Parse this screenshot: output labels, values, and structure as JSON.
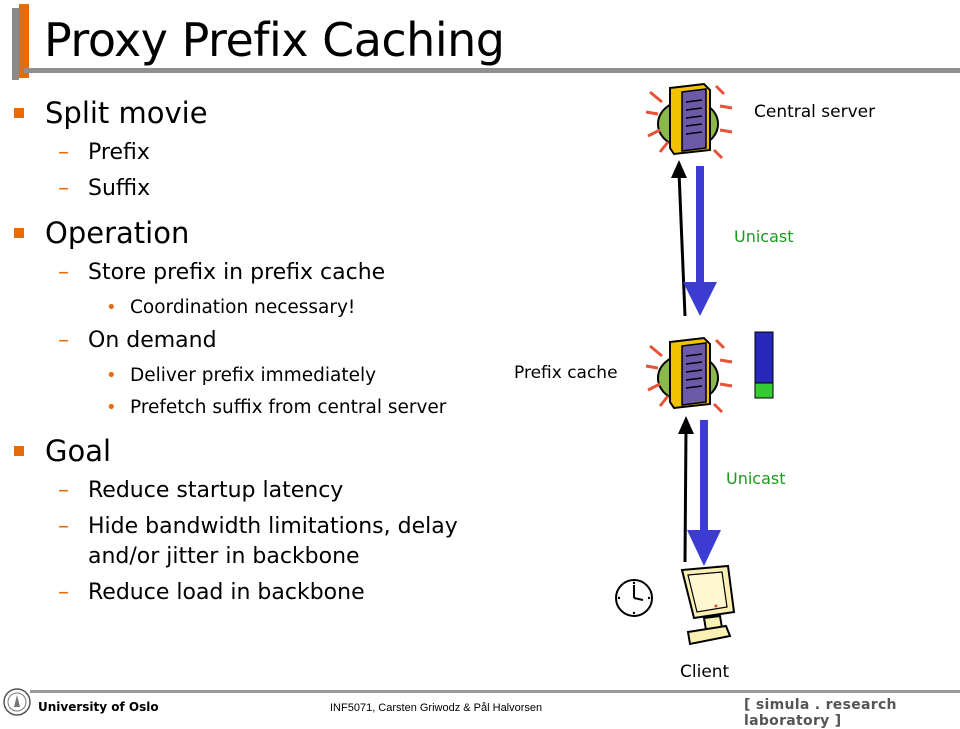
{
  "slide": {
    "title": "Proxy Prefix Caching",
    "bullets": [
      {
        "text": "Split movie",
        "children": [
          {
            "text": "Prefix"
          },
          {
            "text": "Suffix"
          }
        ]
      },
      {
        "text": "Operation",
        "children": [
          {
            "text": "Store prefix in prefix cache",
            "children": [
              {
                "text": "Coordination necessary!"
              }
            ]
          },
          {
            "text": "On demand",
            "children": [
              {
                "text": "Deliver prefix immediately"
              },
              {
                "text": "Prefetch suffix from central server"
              }
            ]
          }
        ]
      },
      {
        "text": "Goal",
        "children": [
          {
            "text": "Reduce startup latency"
          },
          {
            "text": "Hide bandwidth limitations, delay and/or jitter in backbone"
          },
          {
            "text": "Reduce load in backbone"
          }
        ]
      }
    ]
  },
  "diagram": {
    "central_server_label": "Central server",
    "prefix_cache_label": "Prefix cache",
    "client_label": "Client",
    "unicast_label_top": "Unicast",
    "unicast_label_bottom": "Unicast",
    "icons": [
      "server-icon",
      "server-icon",
      "computer-icon",
      "clock-icon"
    ],
    "cache_fill_fraction": 0.22,
    "colors": {
      "accent": "#e46c0a",
      "arrow_blue": "#3c3cd2",
      "cache_blue": "#2727b9",
      "cache_green": "#33cc33",
      "unicast_green": "#1a9a1a"
    }
  },
  "footer": {
    "university": "University of Oslo",
    "course": "INF5071, Carsten Griwodz & Pål Halvorsen",
    "lab": "[ simula . research laboratory ]"
  }
}
